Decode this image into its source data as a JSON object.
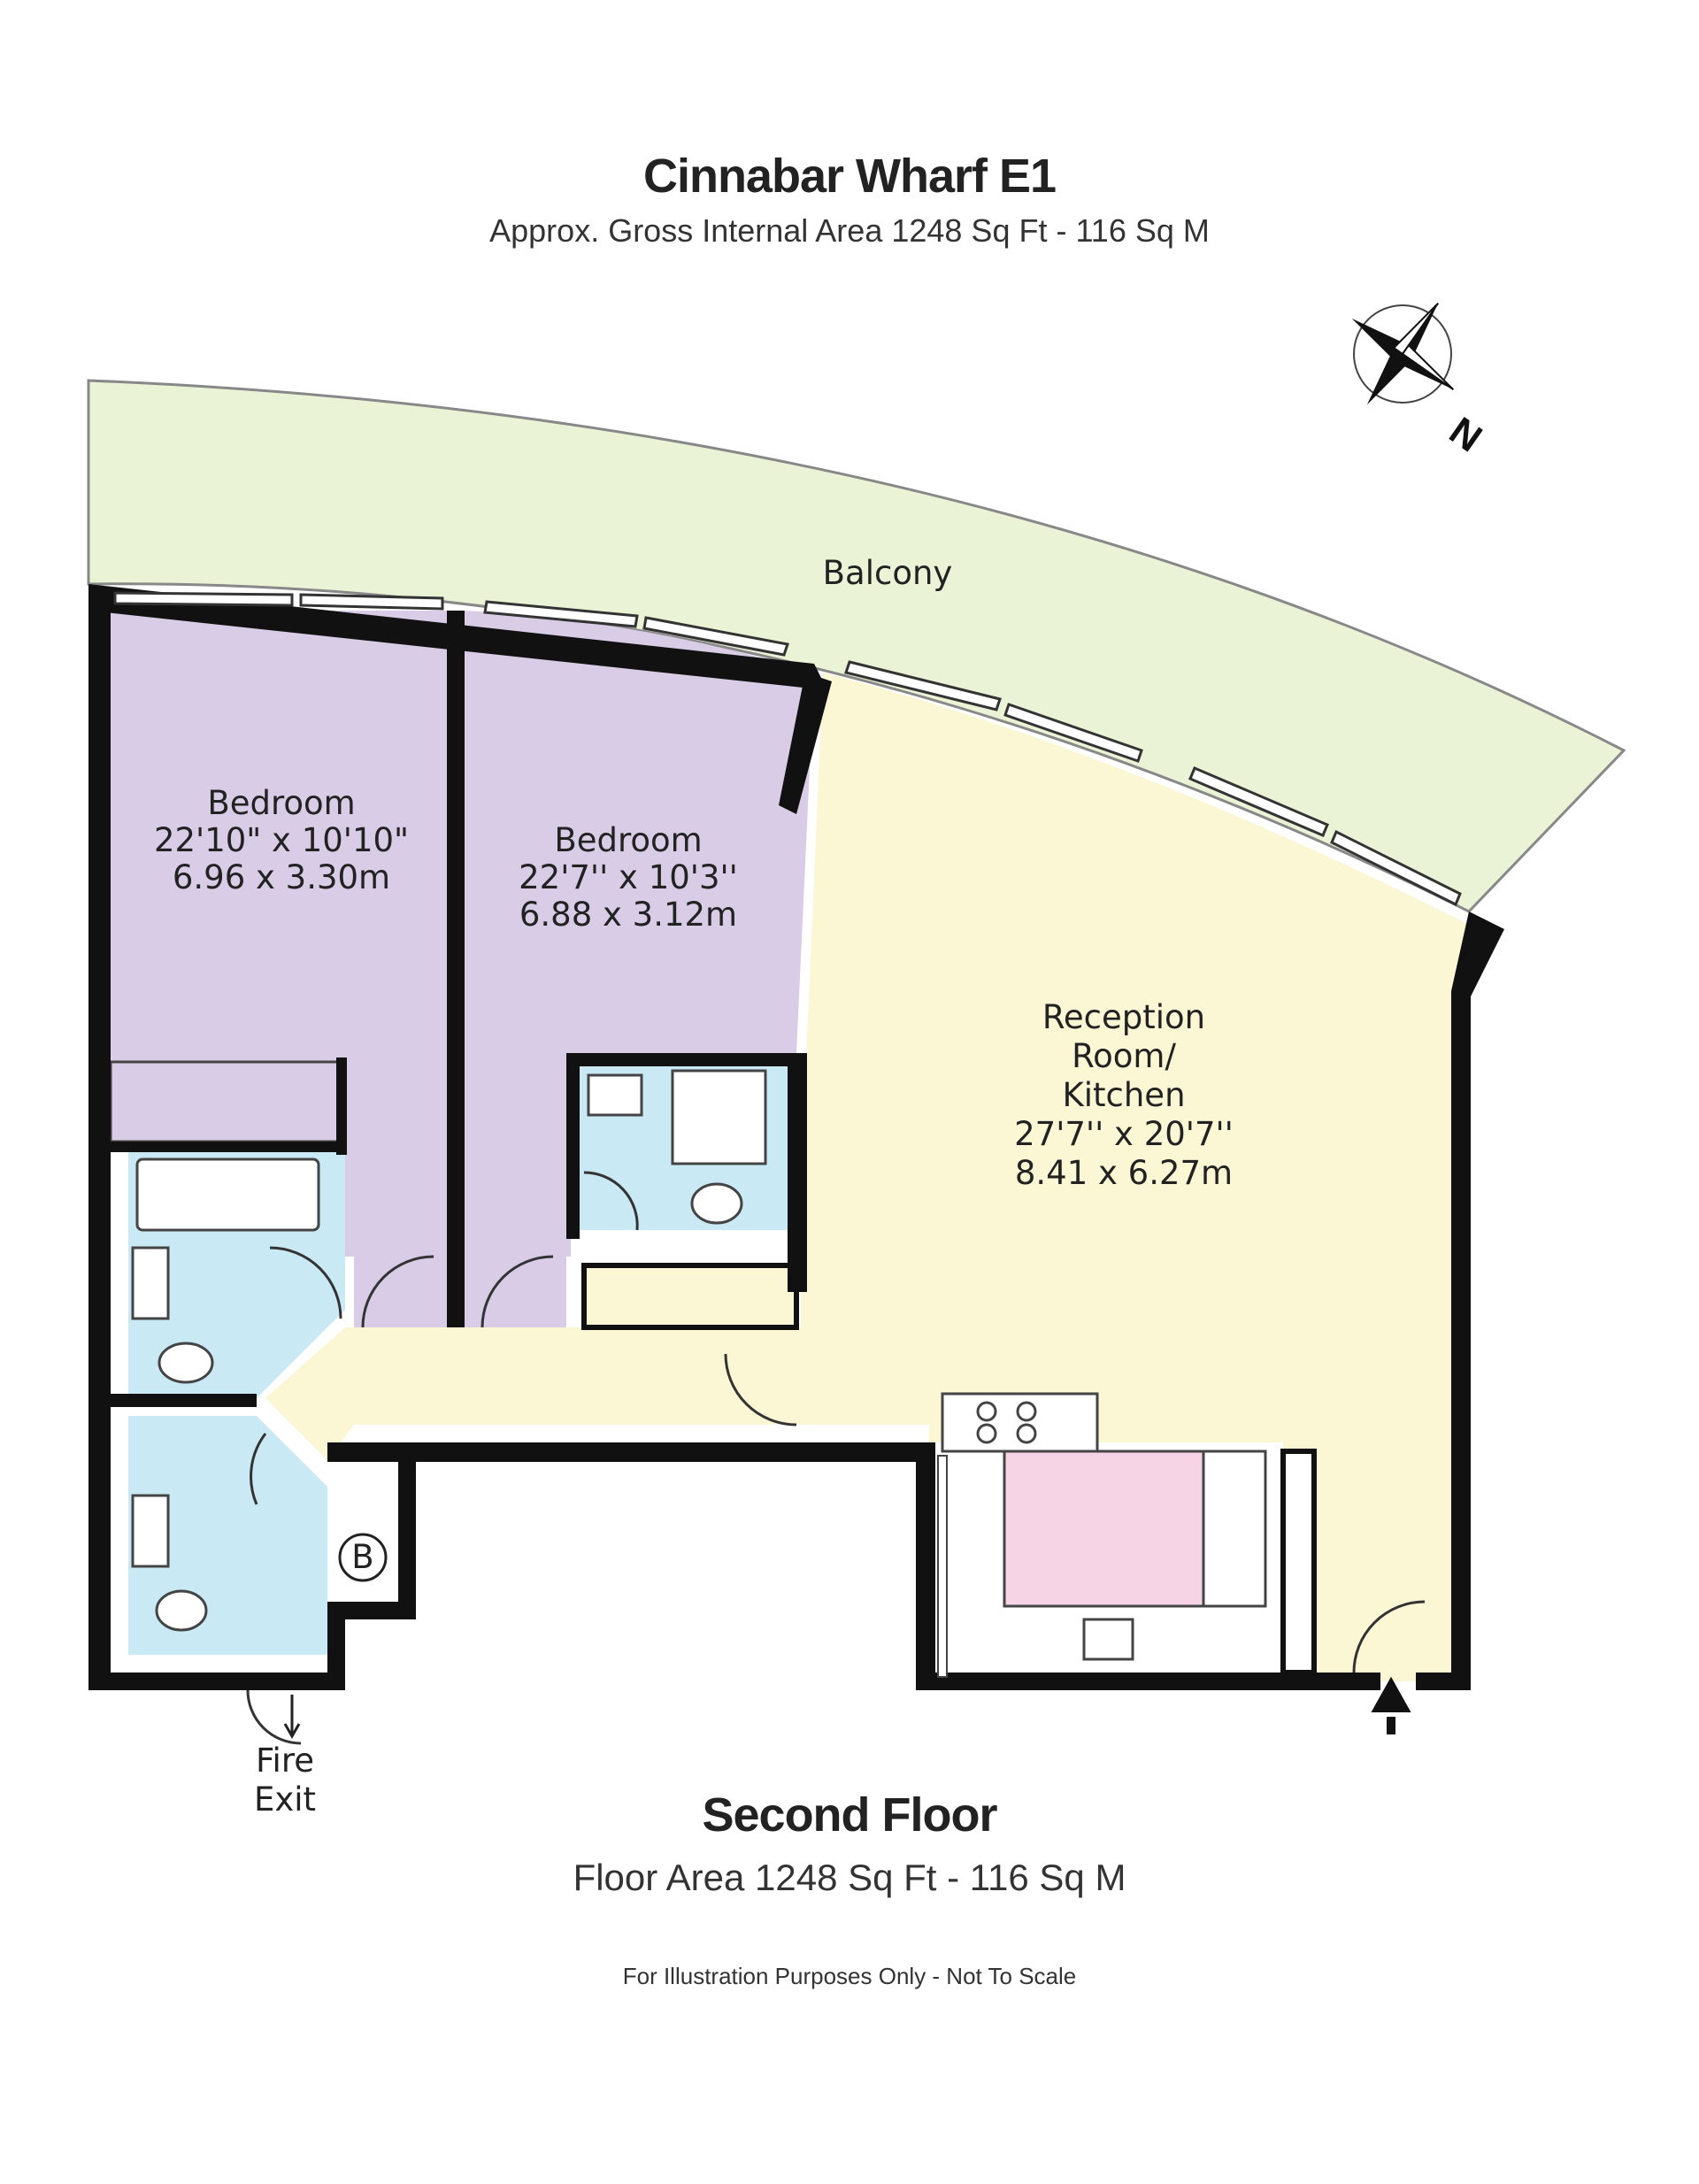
{
  "header": {
    "title": "Cinnabar Wharf E1",
    "area": "Approx. Gross Internal Area 1248 Sq Ft - 116 Sq M"
  },
  "rooms": {
    "balcony": {
      "name": "Balcony"
    },
    "bedroom1": {
      "name": "Bedroom",
      "imperial": "22'10\" x 10'10\"",
      "metric": "6.96 x 3.30m"
    },
    "bedroom2": {
      "name": "Bedroom",
      "imperial": "22'7'' x 10'3''",
      "metric": "6.88 x 3.12m"
    },
    "reception": {
      "line1": "Reception",
      "line2": "Room/",
      "line3": "Kitchen",
      "imperial": "27'7'' x 20'7''",
      "metric": "8.41 x 6.27m"
    },
    "boiler": {
      "label": "B"
    },
    "fire_exit": {
      "line1": "Fire",
      "line2": "Exit"
    }
  },
  "compass": {
    "north_label": "N"
  },
  "footer": {
    "floor": "Second Floor",
    "area": "Floor Area 1248 Sq Ft - 116 Sq M",
    "disclaimer": "For Illustration Purposes Only - Not To Scale"
  },
  "colors": {
    "bedroom": "#d8cce6",
    "reception": "#fbf6d4",
    "balcony": "#eaf3d6",
    "bathroom": "#c9e9f4",
    "kitchen_island": "#f6d4e6",
    "wall": "#111111"
  }
}
